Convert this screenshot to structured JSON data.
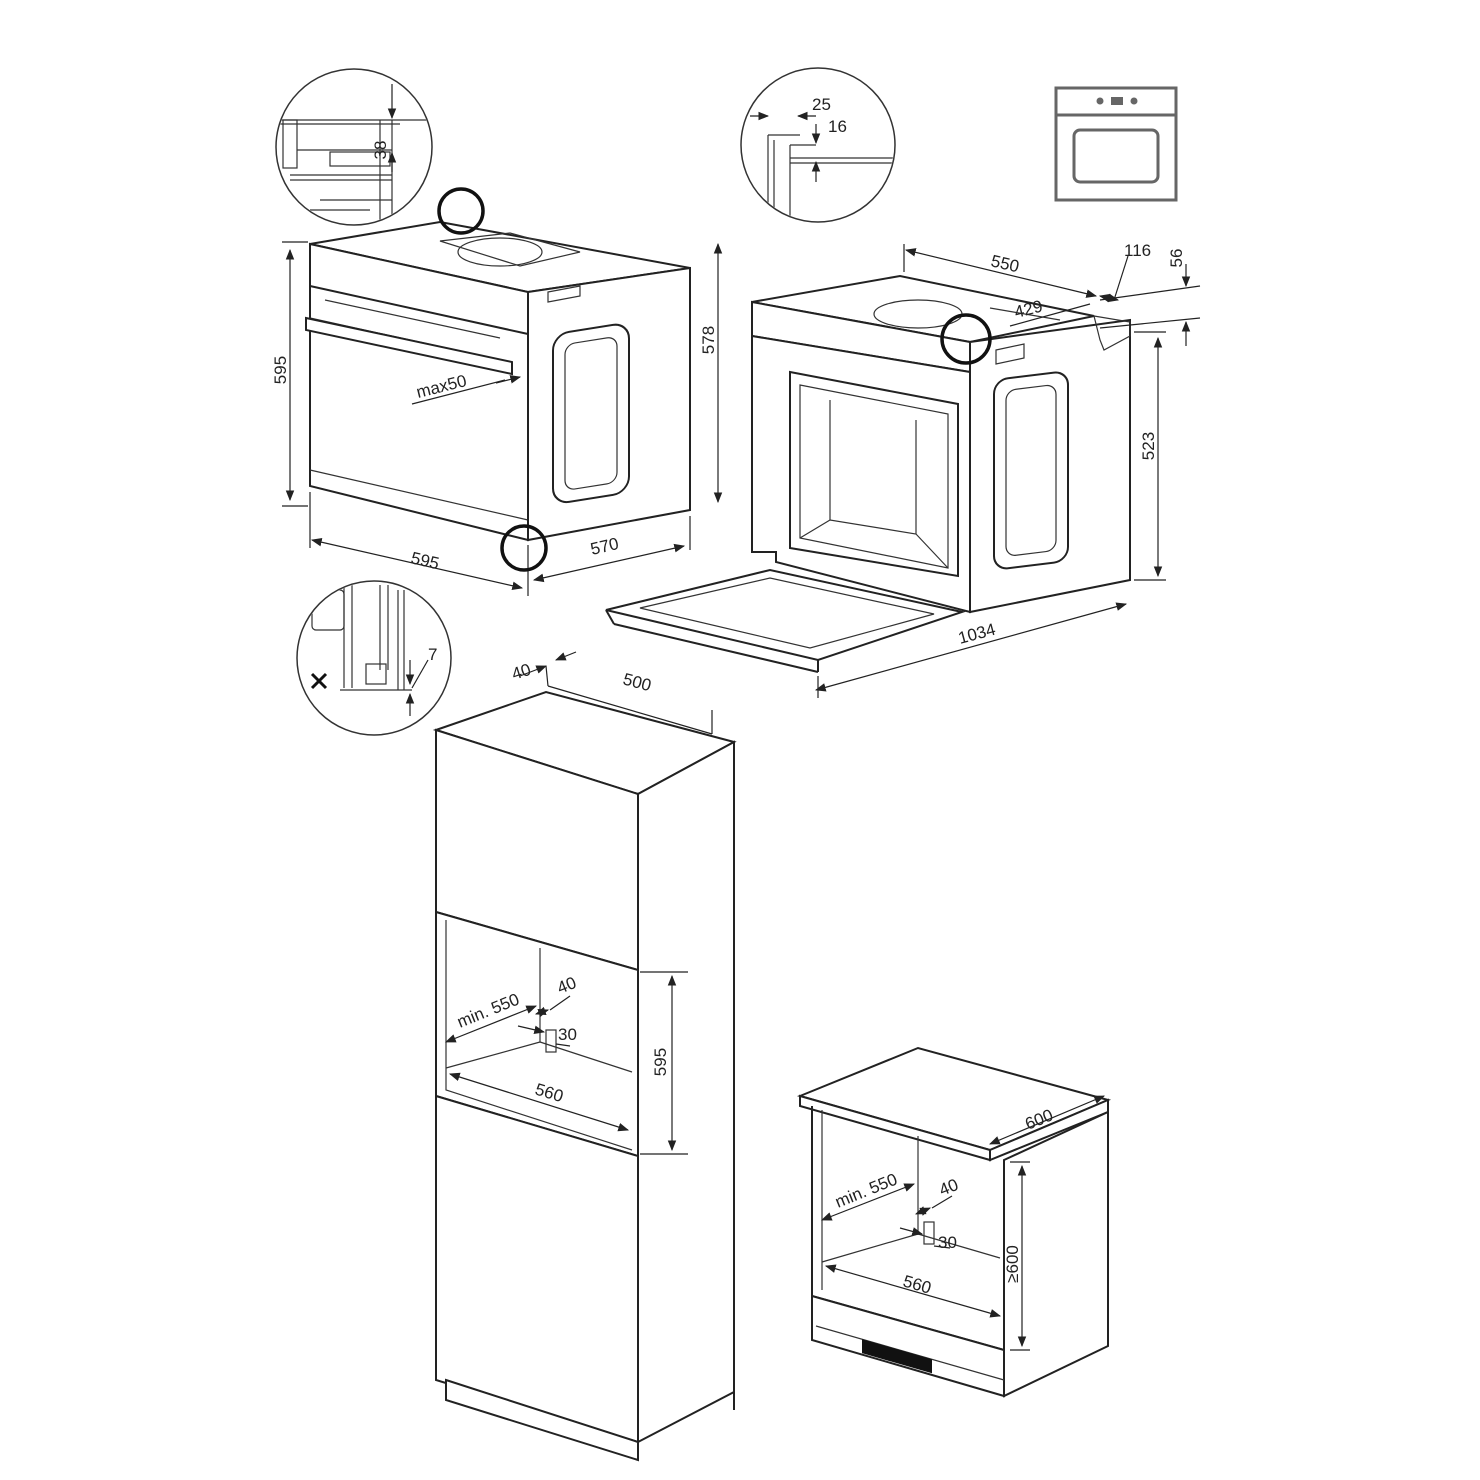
{
  "oven_front_view": {
    "height": "595",
    "width": "595",
    "depth": "570",
    "side_height": "578",
    "handle_projection": "max50"
  },
  "oven_open_view": {
    "top_depth": "550",
    "inner_width": "429",
    "offset_right": "116",
    "offset_top": "56",
    "side_height": "523",
    "open_depth": "1034"
  },
  "detail_top_left": {
    "value": "38"
  },
  "detail_top_right": {
    "value_a": "25",
    "value_b": "16"
  },
  "detail_bottom_left": {
    "value": "7"
  },
  "tall_cabinet": {
    "top_gap": "40",
    "top_depth": "500",
    "min_depth": "min. 550",
    "vent_depth": "40",
    "vent_height": "30",
    "niche_width": "560",
    "niche_height": "595"
  },
  "under_counter": {
    "counter_depth": "600",
    "min_depth": "min. 550",
    "vent_depth": "40",
    "vent_height": "30",
    "niche_width": "560",
    "niche_height": "≥600"
  },
  "colors": {
    "line": "#222222",
    "background": "#ffffff"
  },
  "icons": [
    "built-in-oven-icon",
    "no-cross-icon"
  ]
}
